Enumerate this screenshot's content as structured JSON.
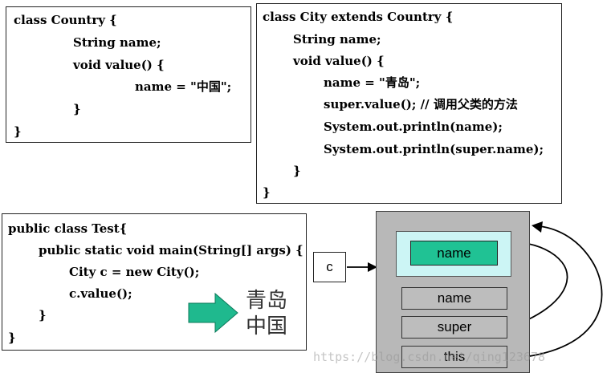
{
  "country_class": {
    "lines": [
      "class Country {",
      "String name;",
      "void value() {",
      "name = \"中国\";",
      "}",
      "}"
    ]
  },
  "city_class": {
    "lines": [
      "class City extends Country {",
      "String name;",
      "void value() {",
      "name = \"青岛\";",
      "super.value(); // 调用父类的方法",
      "System.out.println(name);",
      "System.out.println(super.name);",
      "}",
      "}"
    ]
  },
  "test_class": {
    "lines": [
      "public class Test{",
      "public static void main(String[]  args) {",
      "City c = new City();",
      "c.value();",
      "}",
      "}"
    ]
  },
  "output": {
    "line1": "青岛",
    "line2": "中国"
  },
  "reference": {
    "label": "c"
  },
  "heap_object": {
    "parent_field": "name",
    "fields": [
      "name",
      "super",
      "this"
    ]
  },
  "watermark": "https://blog.csdn.net/qing123678",
  "colors": {
    "parent_frame": "#ccf5f5",
    "parent_field": "#20c294",
    "output_arrow": "#1fb98e",
    "heap": "#b8b8b8"
  }
}
